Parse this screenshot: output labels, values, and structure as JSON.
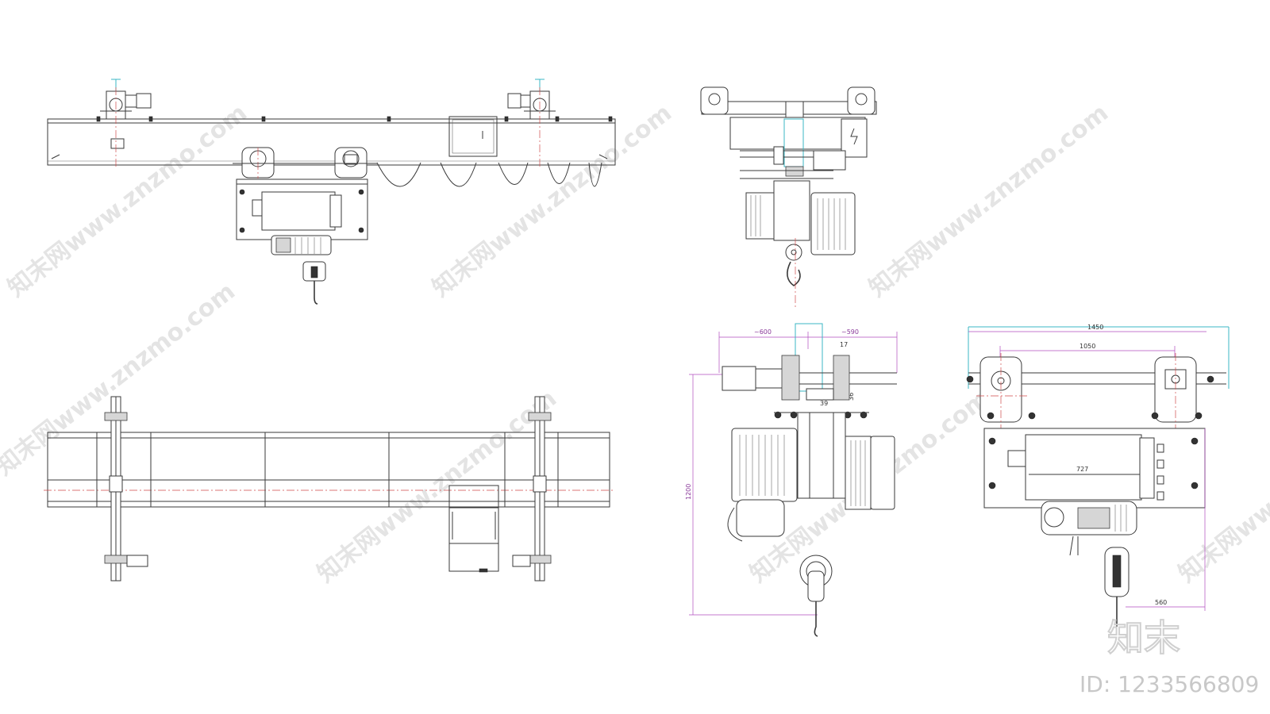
{
  "watermark": {
    "text": "知末网www.znzmo.com"
  },
  "logo": {
    "text": "知末"
  },
  "id_label": {
    "text": "ID: 1233566809"
  },
  "dimensions": {
    "side_view": {
      "left_overhang": "~600",
      "right_overhang": "~590",
      "gap": "17",
      "offset": "39",
      "flange": "36",
      "height": "1200"
    },
    "front_view": {
      "overall_width": "1450",
      "wheel_base": "1050",
      "motor_length": "727",
      "hook_offset": "560"
    }
  },
  "colors": {
    "line": "#3a3a3a",
    "dimension": "#b04dbf",
    "centerline": "#d04a4a",
    "rail": "#3bb7c4",
    "watermark": "#e4e4e4"
  }
}
